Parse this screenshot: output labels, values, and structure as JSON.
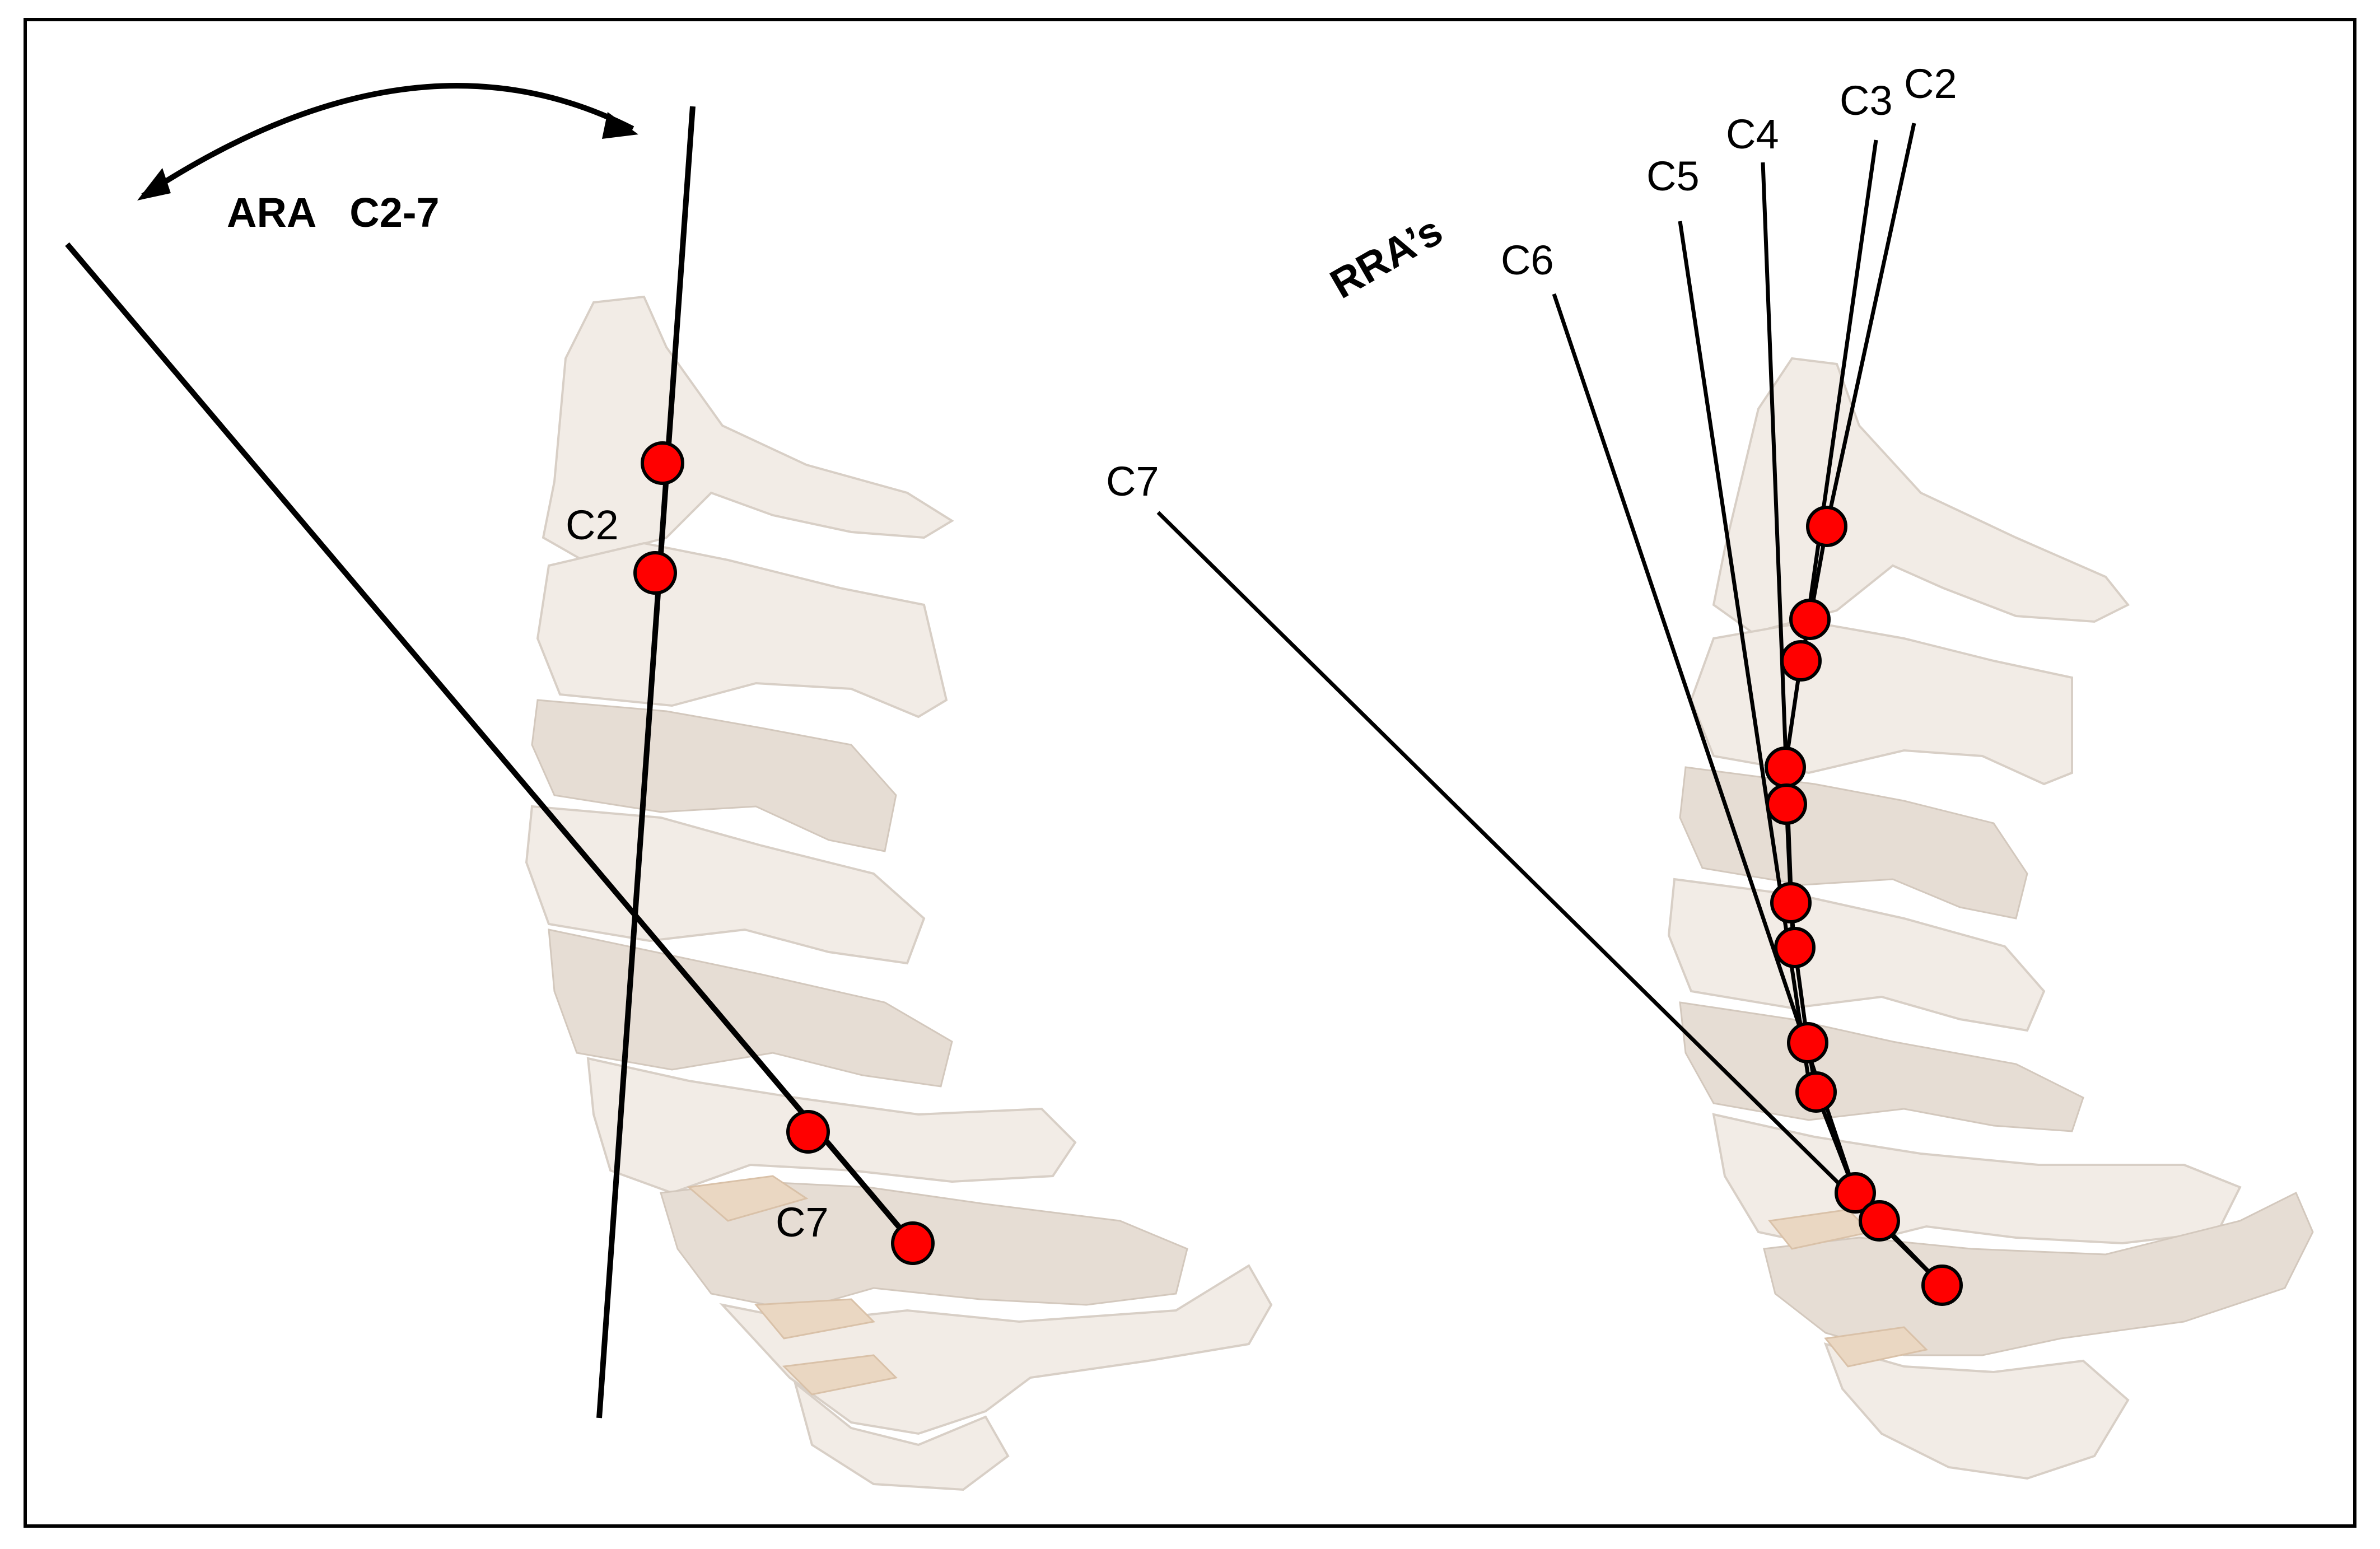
{
  "figure": {
    "left_panel": {
      "measure_label": "ARA   C2-7",
      "vertebra_labels": {
        "upper": "C2",
        "lower": "C7"
      }
    },
    "right_panel": {
      "measure_label": "RRA’s",
      "line_labels": [
        "C2",
        "C3",
        "C4",
        "C5",
        "C6",
        "C7"
      ]
    },
    "colors": {
      "marker": "#ff0000",
      "lines": "#000000",
      "bone": "#f2ece6",
      "background": "#ffffff"
    }
  }
}
